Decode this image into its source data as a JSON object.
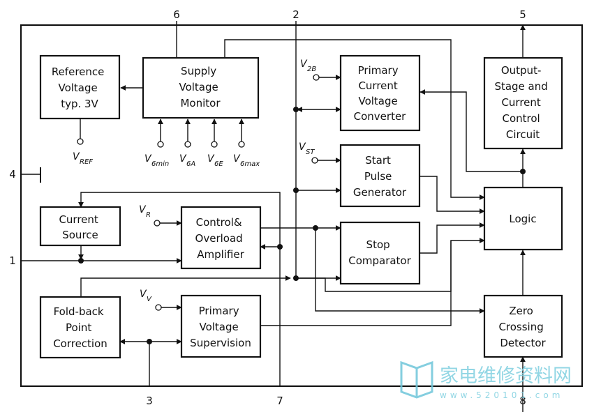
{
  "blocks": {
    "reference": [
      "Reference",
      "Voltage",
      "typ. 3V"
    ],
    "supply_monitor": [
      "Supply",
      "Voltage",
      "Monitor"
    ],
    "primary_converter": [
      "Primary",
      "Current",
      "Voltage",
      "Converter"
    ],
    "output_stage": [
      "Output-",
      "Stage and",
      "Current",
      "Control",
      "Circuit"
    ],
    "start_pulse": [
      "Start",
      "Pulse",
      "Generator"
    ],
    "logic": [
      "Logic"
    ],
    "current_source": [
      "Current",
      "Source"
    ],
    "control_amp": [
      "Control&",
      "Overload",
      "Amplifier"
    ],
    "stop_comp": [
      "Stop",
      "Comparator"
    ],
    "foldback": [
      "Fold-back",
      "Point",
      "Correction"
    ],
    "supervision": [
      "Primary",
      "Voltage",
      "Supervision"
    ],
    "zero_cross": [
      "Zero",
      "Crossing",
      "Detector"
    ]
  },
  "pins": {
    "p1": "1",
    "p2": "2",
    "p3": "3",
    "p4": "4",
    "p5": "5",
    "p6": "6",
    "p7": "7",
    "p8": "8"
  },
  "voltages": {
    "vref": {
      "main": "V",
      "sub": "REF"
    },
    "v6min": {
      "main": "V",
      "sub": "6min"
    },
    "v6a": {
      "main": "V",
      "sub": "6A"
    },
    "v6e": {
      "main": "V",
      "sub": "6E"
    },
    "v6max": {
      "main": "V",
      "sub": "6max"
    },
    "v2b": {
      "main": "V",
      "sub": "2B"
    },
    "vst": {
      "main": "V",
      "sub": "ST"
    },
    "vr": {
      "main": "V",
      "sub": "R"
    },
    "vv": {
      "main": "V",
      "sub": "V"
    }
  },
  "watermark": {
    "title": "家电维修资料网",
    "url": "www.520101.com"
  }
}
